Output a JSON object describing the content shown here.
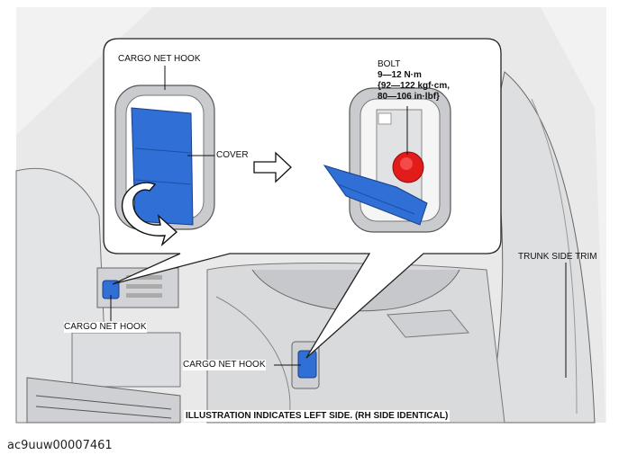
{
  "labels": {
    "cargo_net_hook_inset": "CARGO NET HOOK",
    "cover": "COVER",
    "bolt_title": "BOLT",
    "bolt_torque_1": "9—12 N·m",
    "bolt_torque_2": "{92—122 kgf·cm,",
    "bolt_torque_3": "80—106 in·lbf}",
    "trunk_side_trim": "TRUNK SIDE TRIM",
    "cargo_net_hook_left": "CARGO NET HOOK",
    "cargo_net_hook_center": "CARGO NET HOOK",
    "note": "ILLUSTRATION INDICATES LEFT SIDE. (RH SIDE IDENTICAL)"
  },
  "figure_code": "ac9uuw00007461",
  "colors": {
    "part_blue": "#2f6fd6",
    "bolt_red": "#e21b1b",
    "metal_gray": "#bfc2c6",
    "line": "#222222"
  }
}
